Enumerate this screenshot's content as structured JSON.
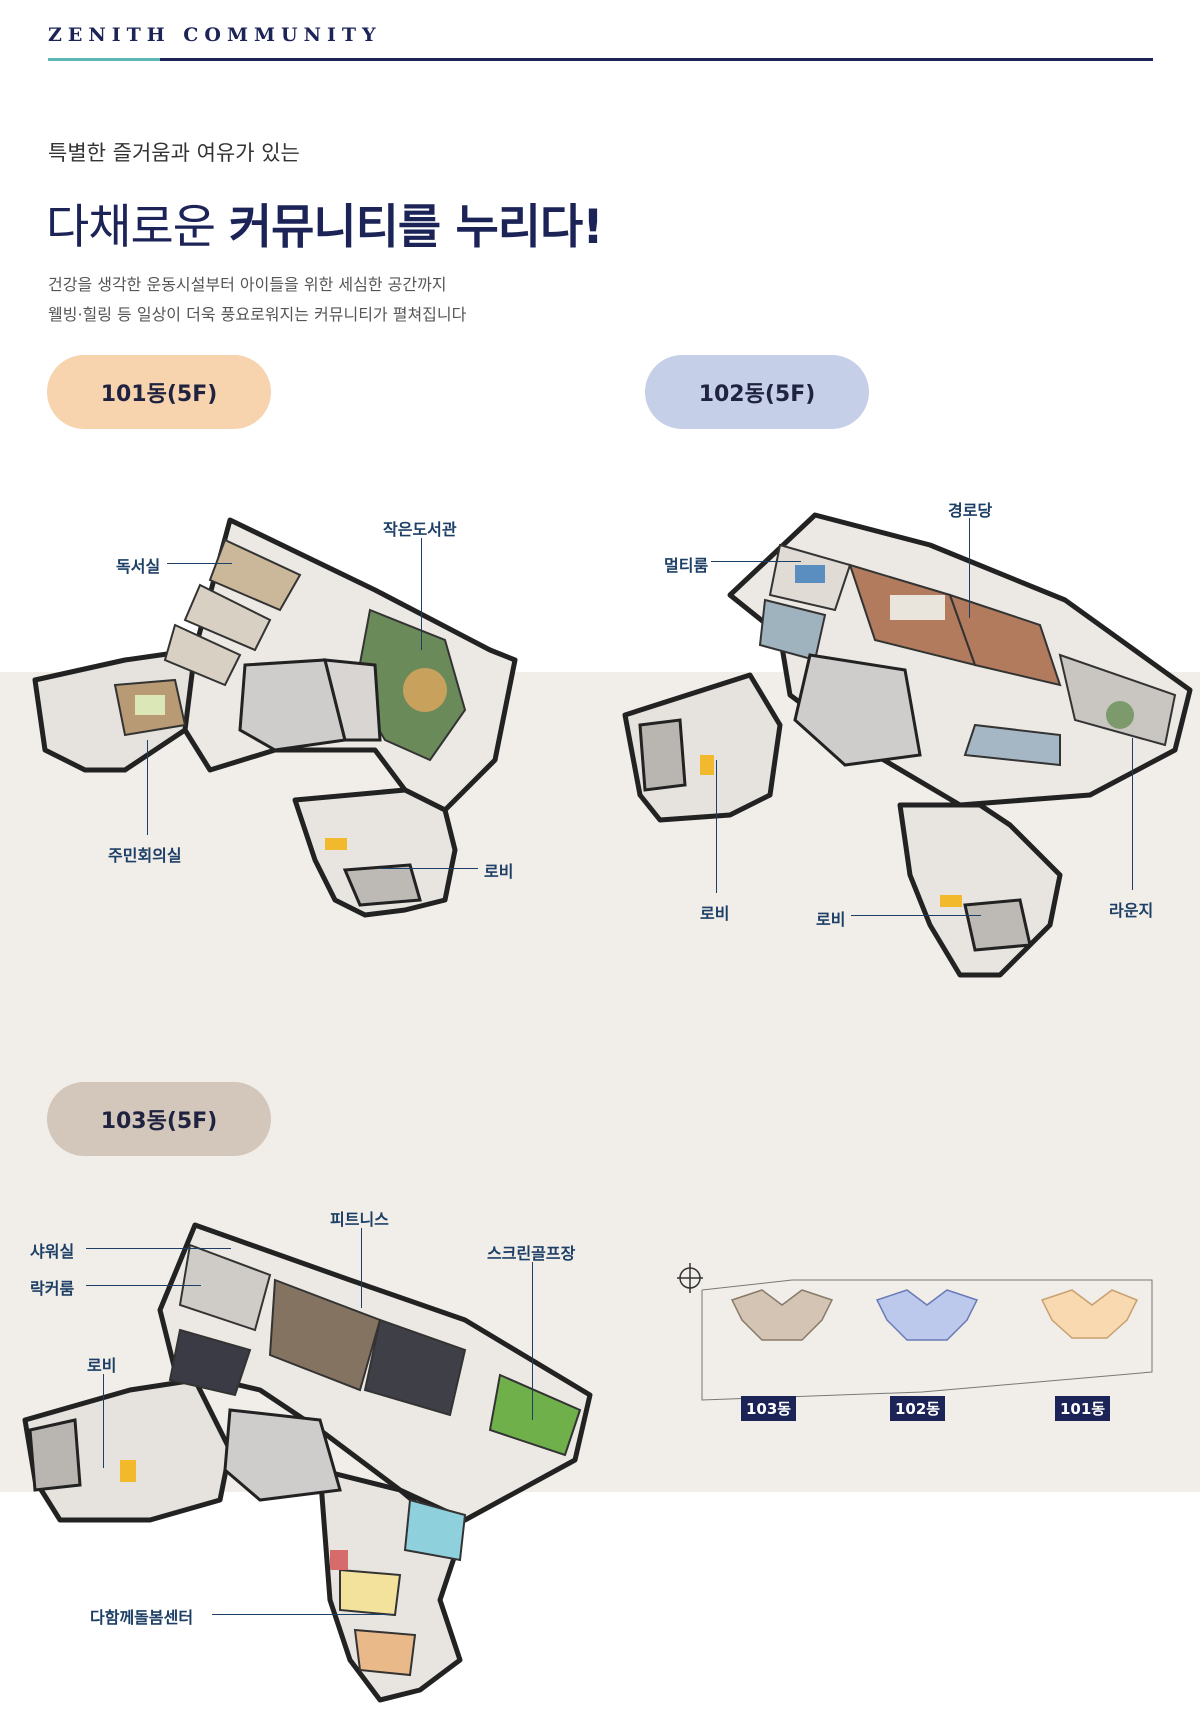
{
  "header": {
    "title": "ZENITH COMMUNITY"
  },
  "intro": {
    "subtitle": "특별한 즐거움과 여유가 있는",
    "headline_light": "다채로운 ",
    "headline_bold": "커뮤니티를 누리다!",
    "desc_line1": "건강을 생각한 운동시설부터 아이들을 위한 세심한 공간까지",
    "desc_line2": "웰빙·힐링 등 일상이 더욱 풍요로워지는 커뮤니티가 펼쳐집니다"
  },
  "buildings": {
    "b101": {
      "label": "101동(5F)",
      "color": "#f7d3ae",
      "rooms": {
        "reading": "독서실",
        "library": "작은도서관",
        "meeting": "주민회의실",
        "lobby": "로비"
      }
    },
    "b102": {
      "label": "102동(5F)",
      "color": "#c6cfe8",
      "rooms": {
        "senior": "경로당",
        "multi": "멀티룸",
        "lobby1": "로비",
        "lobby2": "로비",
        "lounge": "라운지"
      }
    },
    "b103": {
      "label": "103동(5F)",
      "color": "#d3c6ba",
      "rooms": {
        "fitness": "피트니스",
        "shower": "샤워실",
        "locker": "락커룸",
        "golf": "스크린골프장",
        "lobby": "로비",
        "care": "다함께돌봄센터"
      }
    }
  },
  "site_map": {
    "tag_103": "103동",
    "tag_102": "102동",
    "tag_101": "101동"
  }
}
